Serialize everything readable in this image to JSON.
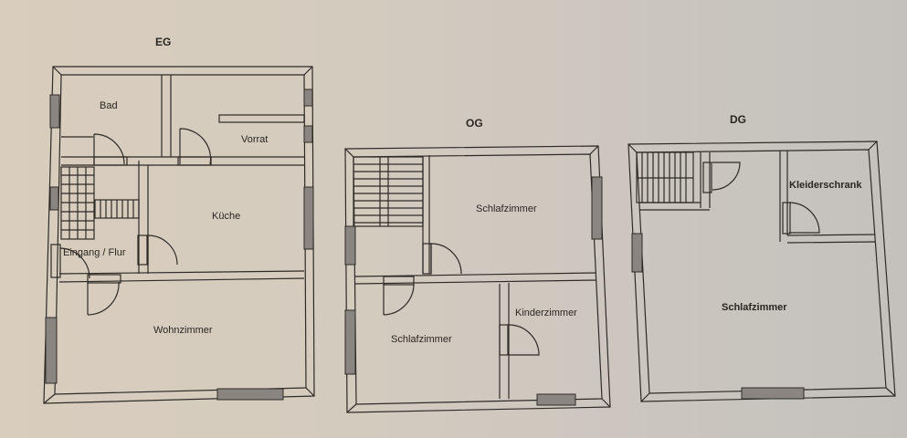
{
  "floors": [
    {
      "id": "EG",
      "title": "EG",
      "rooms": [
        {
          "label": "Bad"
        },
        {
          "label": "Vorrat"
        },
        {
          "label": "Küche"
        },
        {
          "label": "Eingang / Flur"
        },
        {
          "label": "Wohnzimmer"
        }
      ]
    },
    {
      "id": "OG",
      "title": "OG",
      "rooms": [
        {
          "label": "Schlafzimmer"
        },
        {
          "label": "Schlafzimmer"
        },
        {
          "label": "Kinderzimmer"
        }
      ]
    },
    {
      "id": "DG",
      "title": "DG",
      "rooms": [
        {
          "label": "Kleiderschrank"
        },
        {
          "label": "Schlafzimmer"
        }
      ]
    }
  ],
  "colors": {
    "line": "#2e2a26",
    "paper": "#d4cbbf",
    "window_fill": "#8a8580"
  }
}
